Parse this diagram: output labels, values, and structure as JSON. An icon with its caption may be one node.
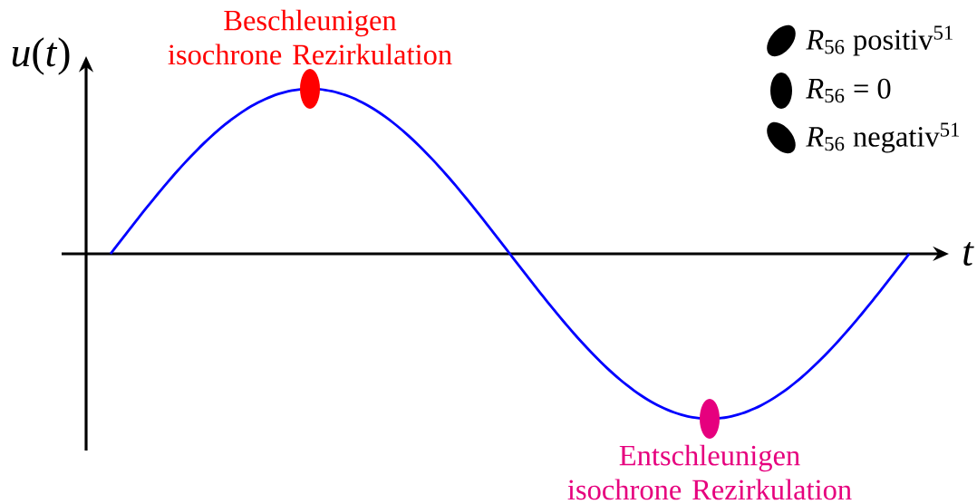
{
  "diagram": {
    "nodes": [
      {
        "text": [
          "Beschleunigen isochrone Rezirkulation"
        ]
      },
      {
        "text": [
          "Entschleunigen isochrone Rezirkulation"
        ]
      }
    ],
    "labels": [
      "*u*(*t*)",
      "*t*"
    ],
    "legend": [
      {
        "text": "*R*$_{56}$ positiv$^{51}$"
      },
      {
        "text": "*R*$_{56}$ = 0"
      },
      {
        "text": "*R*$_{56}$ negativ$^{51}$"
      }
    ]
  }
}
